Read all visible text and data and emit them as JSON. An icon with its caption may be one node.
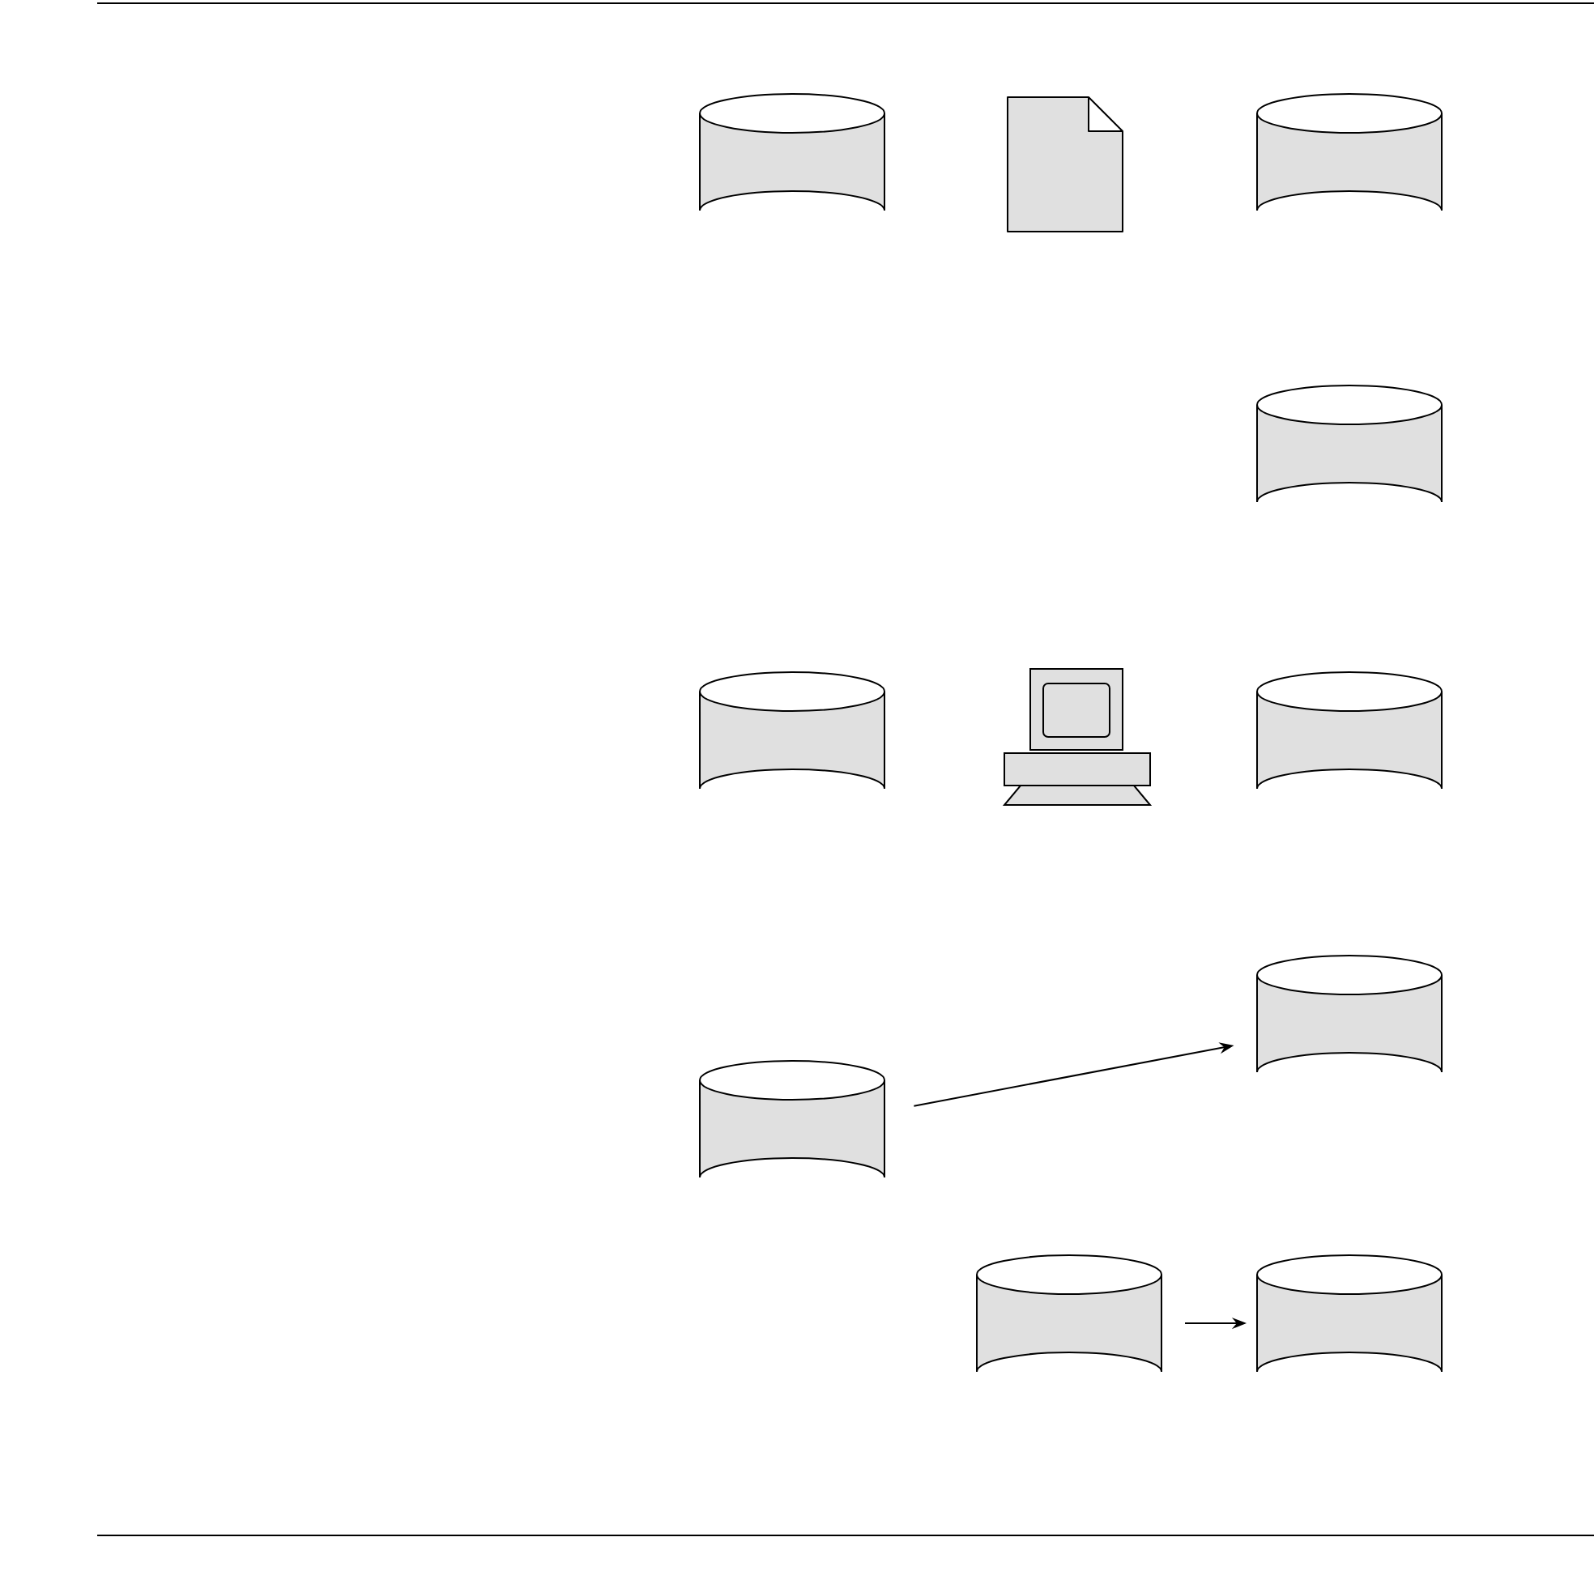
{
  "diagram": {
    "nodes": [
      {
        "text": [],
        "shape": "cylinder"
      },
      {
        "text": [],
        "shape": "document"
      },
      {
        "text": [],
        "shape": "cylinder"
      },
      {
        "text": [],
        "shape": "cylinder"
      },
      {
        "text": [],
        "shape": "cylinder"
      },
      {
        "text": [],
        "shape": "computer"
      },
      {
        "text": [],
        "shape": "cylinder"
      },
      {
        "text": [],
        "shape": "cylinder"
      },
      {
        "text": [],
        "shape": "cylinder"
      },
      {
        "text": [],
        "shape": "cylinder"
      },
      {
        "text": [],
        "shape": "cylinder"
      }
    ],
    "edges": [
      {
        "from": 8,
        "to": 7,
        "arrow": "to"
      },
      {
        "from": 9,
        "to": 10,
        "arrow": "to"
      }
    ]
  }
}
